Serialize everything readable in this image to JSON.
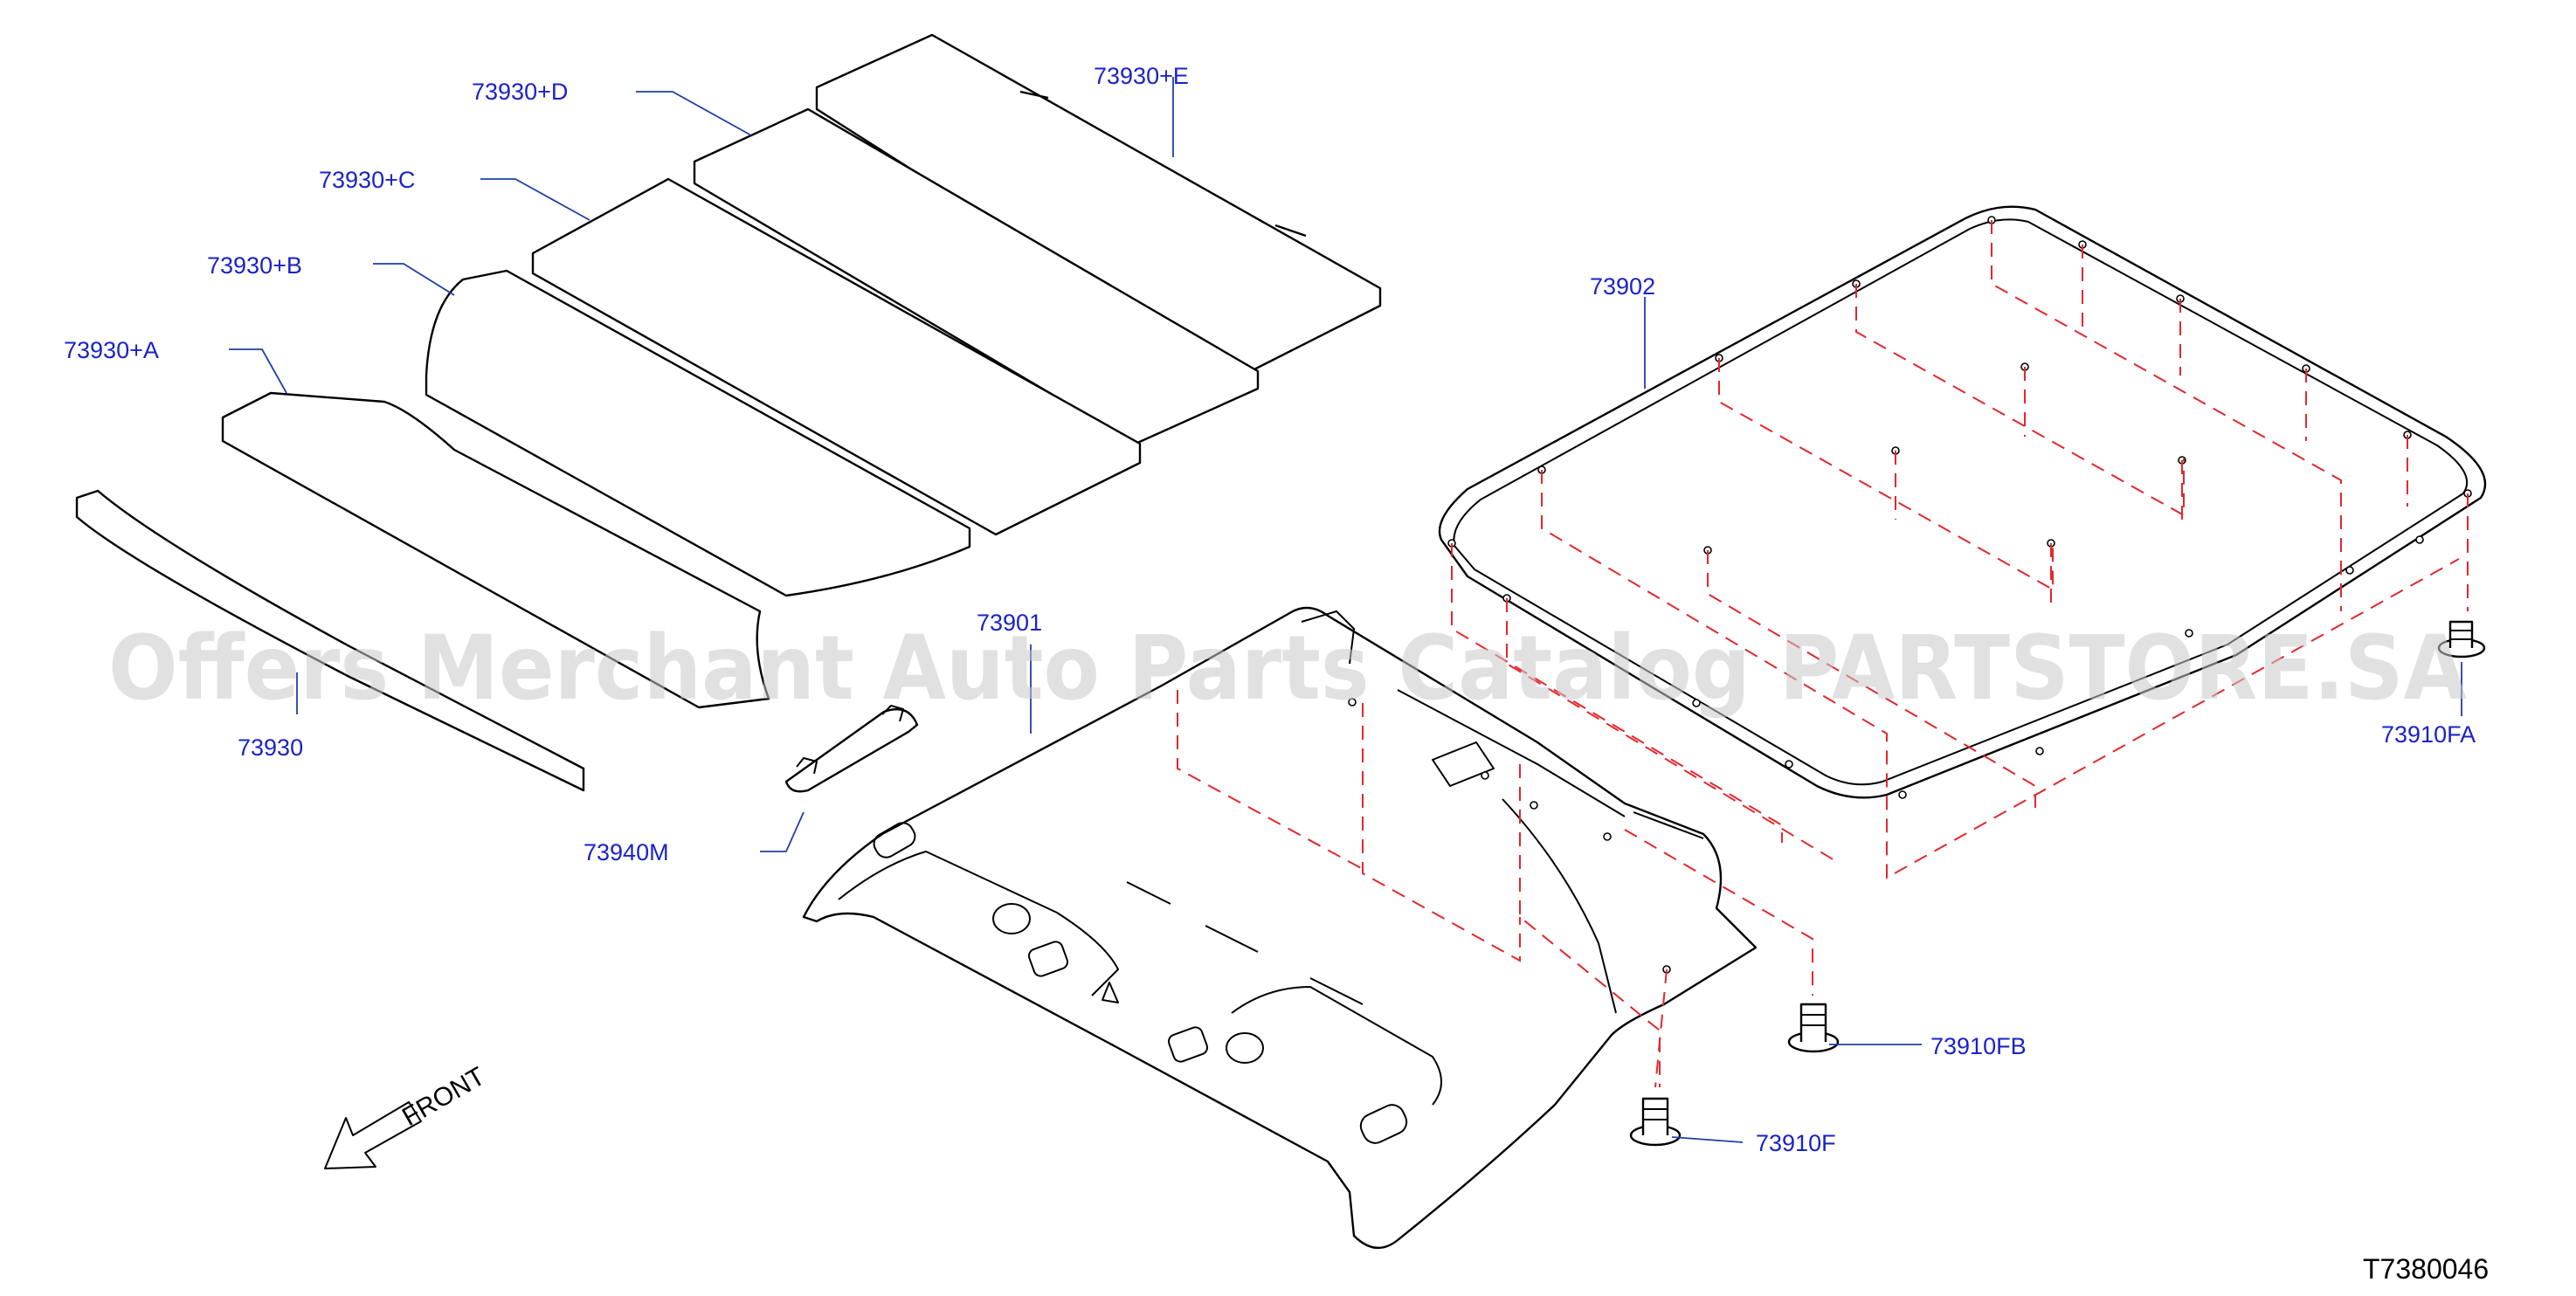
{
  "watermark": "Offers Merchant Auto Parts Catalog PARTSTORE.SA",
  "diagram_code": "T7380046",
  "front_label": "FRONT",
  "callouts": {
    "p73930": "73930",
    "p73930a": "73930+A",
    "p73930b": "73930+B",
    "p73930c": "73930+C",
    "p73930d": "73930+D",
    "p73930e": "73930+E",
    "p73901": "73901",
    "p73902": "73902",
    "p73940m": "73940M",
    "p73910f": "73910F",
    "p73910fa": "73910FA",
    "p73910fb": "73910FB"
  },
  "colors": {
    "callout_text": "#1a23c8",
    "leader_line": "#1f3fa8",
    "guide_line": "#e3272d",
    "outline": "#000000",
    "watermark": "#c9c9c9"
  }
}
